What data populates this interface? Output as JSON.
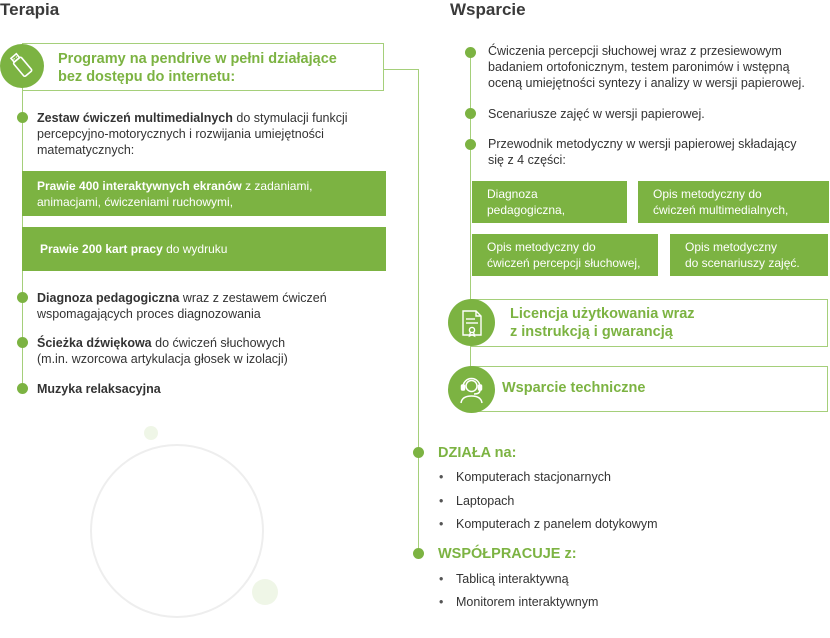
{
  "left": {
    "heading": "Terapia",
    "usb_title_line1": "Programy na pendrive w pełni działające",
    "usb_title_line2": "bez dostępu do internetu:",
    "item1_bold": "Zestaw ćwiczeń multimedialnych",
    "item1_rest1": " do stymulacji funkcji",
    "item1_line2": "percepcyjno-motorycznych i rozwijania umiejętności",
    "item1_line3": "matematycznych:",
    "bar1_bold": "Prawie 400 interaktywnych ekranów",
    "bar1_rest": " z zadaniami,",
    "bar1_line2": "animacjami, ćwiczeniami ruchowymi,",
    "bar2_bold": "Prawie 200 kart pracy",
    "bar2_rest": " do wydruku",
    "item2_bold": "Diagnoza pedagogiczna",
    "item2_rest": " wraz z zestawem ćwiczeń",
    "item2_line2": "wspomagających proces diagnozowania",
    "item3_bold": "Ścieżka dźwiękowa",
    "item3_rest": " do ćwiczeń słuchowych",
    "item3_line2": "(m.in. wzorcowa artykulacja głosek w izolacji)",
    "item4_bold": "Muzyka relaksacyjna"
  },
  "right": {
    "heading": "Wsparcie",
    "r1_line1": "Ćwiczenia percepcji słuchowej wraz z przesiewowym",
    "r1_line2": "badaniem ortofonicznym, testem paronimów i wstępną",
    "r1_line3": "oceną umiejętności syntezy i analizy w wersji papierowej.",
    "r2": "Scenariusze zajęć w wersji papierowej.",
    "r3_line1": "Przewodnik metodyczny w wersji papierowej składający",
    "r3_line2": "się z 4 części:",
    "p1_line1": "Diagnoza",
    "p1_line2": "pedagogiczna,",
    "p2_line1": "Opis metodyczny do",
    "p2_line2": "ćwiczeń multimedialnych,",
    "p3_line1": "Opis metodyczny do",
    "p3_line2": "ćwiczeń percepcji słuchowej,",
    "p4_line1": "Opis metodyczny",
    "p4_line2": "do scenariuszy zajęć.",
    "license_line1": "Licencja użytkowania wraz",
    "license_line2": "z instrukcją i gwarancją",
    "support": "Wsparcie techniczne",
    "works_heading": "DZIAŁA na:",
    "works_items": [
      "Komputerach stacjonarnych",
      "Laptopach",
      "Komputerach z panelem dotykowym"
    ],
    "coop_heading": "WSPÓŁPRACUJE z:",
    "coop_items": [
      "Tablicą interaktywną",
      "Monitorem interaktywnym"
    ]
  },
  "colors": {
    "accent": "#7cb342",
    "line": "#a5cf7a",
    "text": "#333333"
  },
  "icons": [
    "usb-drive-icon",
    "certificate-icon",
    "support-headset-icon"
  ]
}
